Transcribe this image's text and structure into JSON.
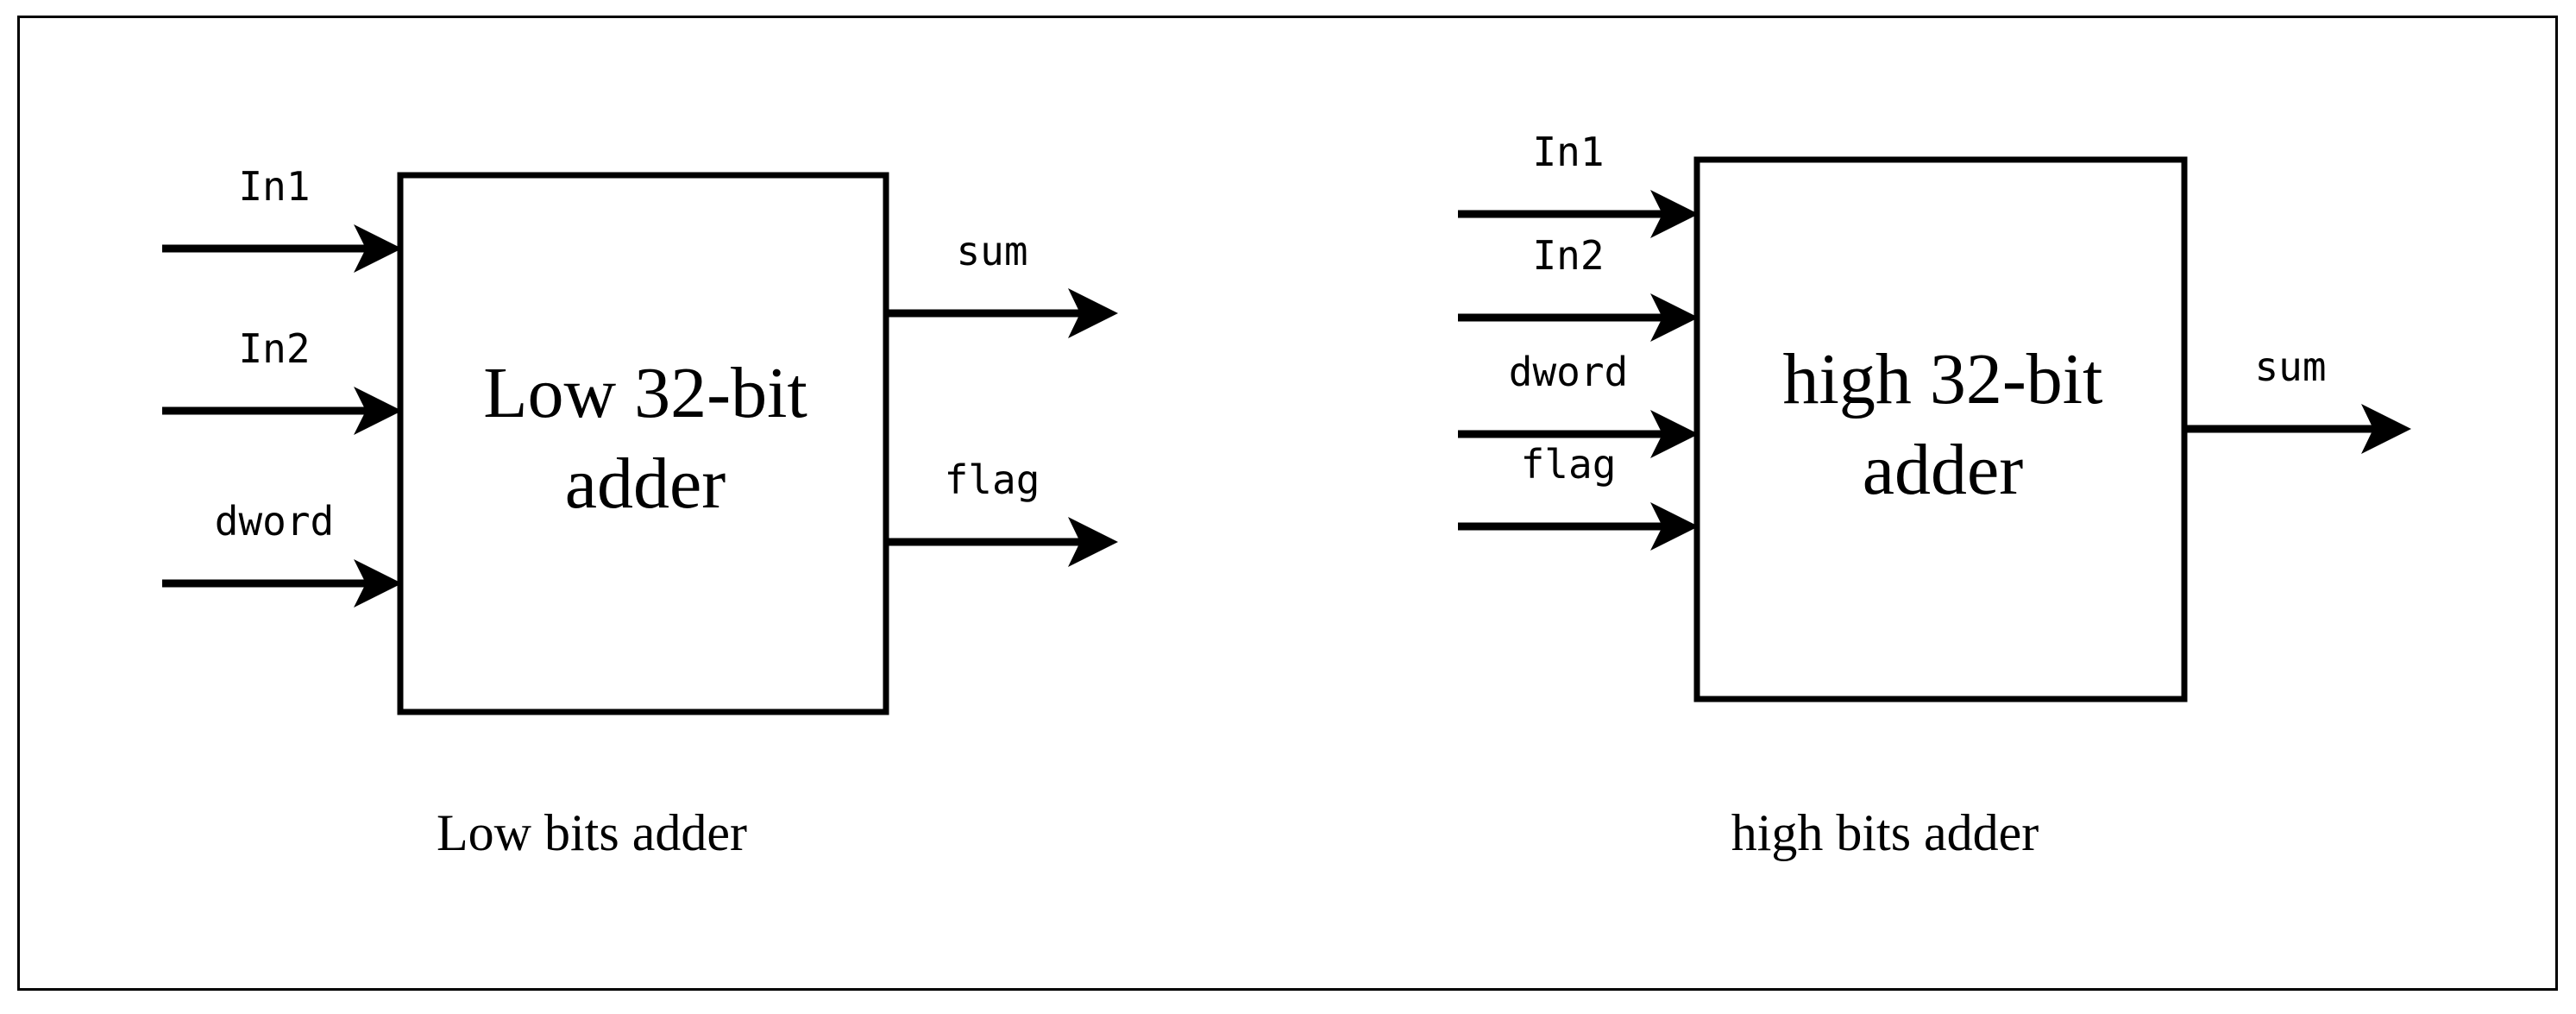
{
  "figure": {
    "background_color": "#ffffff",
    "line_color": "#000000",
    "frame_border_color": "#000000",
    "blocks": [
      {
        "id": "low-adder",
        "title_line1": "Low 32-bit",
        "title_line2": "adder",
        "caption": "Low bits adder",
        "inputs": [
          {
            "label": "In1"
          },
          {
            "label": "In2"
          },
          {
            "label": "dword"
          }
        ],
        "outputs": [
          {
            "label": "sum"
          },
          {
            "label": "flag"
          }
        ]
      },
      {
        "id": "high-adder",
        "title_line1": "high 32-bit",
        "title_line2": "adder",
        "caption": "high bits adder",
        "inputs": [
          {
            "label": "In1"
          },
          {
            "label": "In2"
          },
          {
            "label": "dword"
          },
          {
            "label": "flag"
          }
        ],
        "outputs": [
          {
            "label": "sum"
          }
        ]
      }
    ]
  }
}
